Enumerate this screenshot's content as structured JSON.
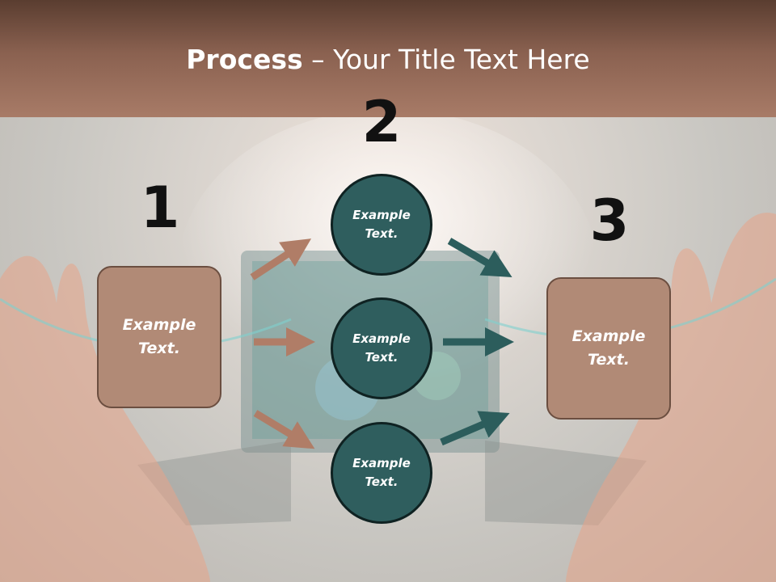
{
  "title": {
    "bold": "Process",
    "rest": " – Your Title Text Here"
  },
  "steps": {
    "one": {
      "number": "1",
      "text": "Example\nText."
    },
    "two": {
      "number": "2"
    },
    "three": {
      "number": "3",
      "text": "Example\nText."
    }
  },
  "circles": [
    {
      "text": "Example\nText."
    },
    {
      "text": "Example\nText."
    },
    {
      "text": "Example\nText."
    }
  ],
  "colors": {
    "box": "#b18a76",
    "circle": "#2f5e5e",
    "arrow_brown": "#b07d67",
    "arrow_teal": "#2c5d5c",
    "header": "#8a6150"
  }
}
